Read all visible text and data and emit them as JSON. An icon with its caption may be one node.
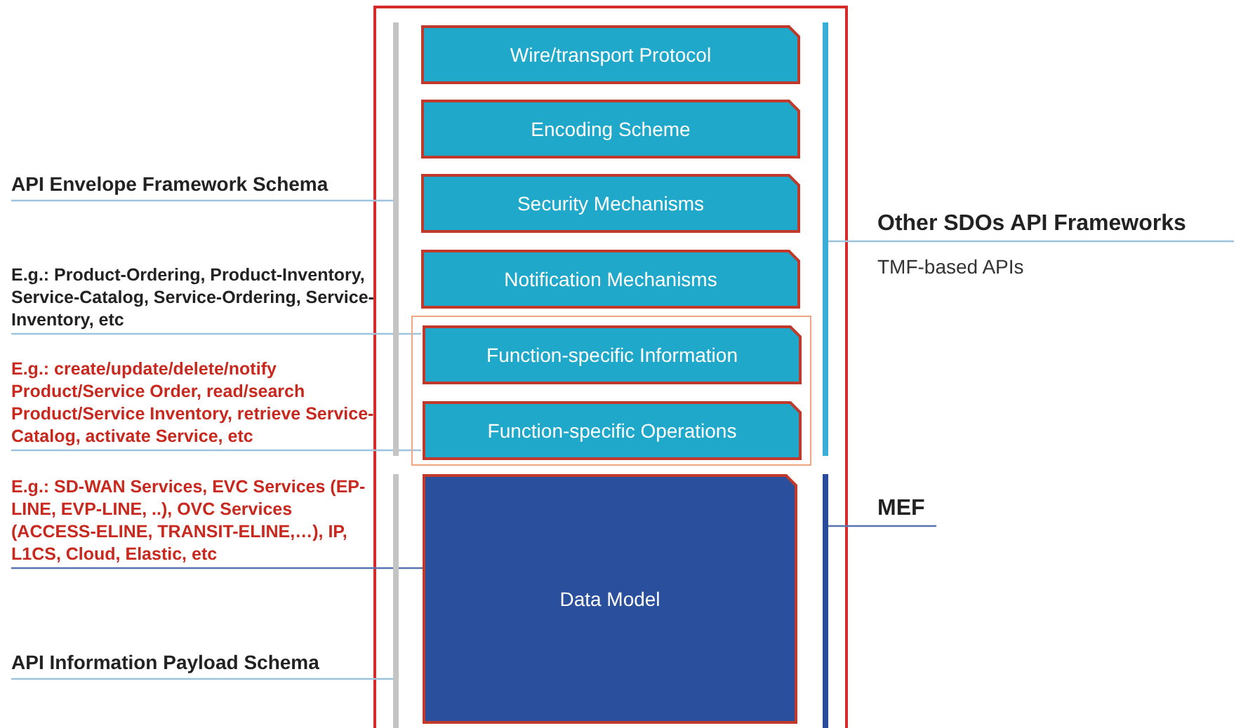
{
  "diagram": {
    "nodes": [
      {
        "text": [
          "API Envelope Framework Schema"
        ]
      },
      {
        "text": [
          "E.g.: Product-Ordering, Product-Inventory, Service-Catalog, Service-Ordering, Service-Inventory, etc"
        ]
      },
      {
        "text": [
          "E.g.: create/update/delete/notify Product/Service Order, read/search Product/Service Inventory, retrieve Service-Catalog, activate Service, etc"
        ]
      },
      {
        "text": [
          "E.g.: SD-WAN Services, EVC Services (EP-LINE, EVP-LINE, ..), OVC Services (ACCESS-ELINE, TRANSIT-ELINE,…), IP, L1CS, Cloud, Elastic, etc"
        ]
      },
      {
        "text": [
          "API Information  Payload Schema"
        ]
      },
      {
        "text": [
          "Wire/transport Protocol"
        ]
      },
      {
        "text": [
          "Encoding Scheme"
        ]
      },
      {
        "text": [
          "Security Mechanisms"
        ]
      },
      {
        "text": [
          "Notification Mechanisms"
        ]
      },
      {
        "text": [],
        "shape": "box"
      },
      {
        "text": [
          "Function-specific Information"
        ],
        "in": 9
      },
      {
        "text": [
          "Function-specific Operations"
        ],
        "in": 9
      },
      {
        "text": [
          "Data Model"
        ]
      },
      {
        "text": [],
        "shape": "bar"
      },
      {
        "text": [],
        "shape": "bar"
      },
      {
        "text": [],
        "shape": "bar"
      },
      {
        "text": [],
        "shape": "bar"
      },
      {
        "text": [
          "Other SDOs API Frameworks"
        ]
      },
      {
        "text": [
          "MEF"
        ]
      }
    ],
    "edges": [
      {
        "from": 0,
        "to": 13,
        "arrow": "none"
      },
      {
        "from": 1,
        "to": 10,
        "arrow": "none"
      },
      {
        "from": 2,
        "to": 11,
        "arrow": "none"
      },
      {
        "from": 3,
        "to": 12,
        "arrow": "none",
        "color": "#5a73b0"
      },
      {
        "from": 4,
        "to": 14,
        "arrow": "none"
      },
      {
        "from": 15,
        "to": 17,
        "arrow": "none"
      },
      {
        "from": 16,
        "to": 18,
        "arrow": "none",
        "color": "#5a73b0"
      }
    ],
    "labels": [
      "TMF-based APIs"
    ]
  }
}
